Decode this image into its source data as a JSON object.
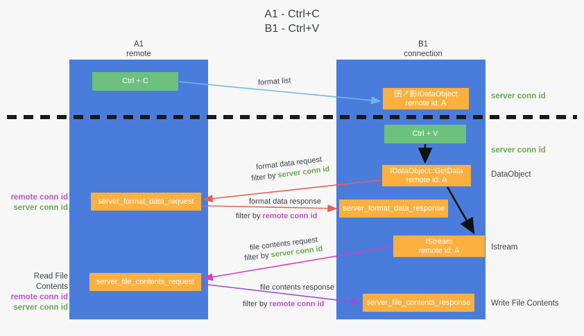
{
  "title": "A1 - Ctrl+C\nB1 - Ctrl+V",
  "columns": {
    "left": "A1\nremote",
    "right": "B1\nconnection"
  },
  "boxes": {
    "ctrl_c": "Ctrl + C",
    "ctrl_v": "Ctrl + V",
    "idataobject": "囝↗影IDataObject\nremote id: A",
    "getdata": "IDataObject::GetData\nremote id: A",
    "istream": "IStream\nremote id: A",
    "server_format_data_request": "server_format_data_request",
    "server_format_data_response": "server_format_data_response",
    "server_file_contents_request": "server_file_contents_request",
    "server_file_contents_response": "server_file_contents_response"
  },
  "annotations": {
    "server_conn_id_top": "server conn id",
    "server_conn_id_mid": "server conn id",
    "dataobject": "DataObject",
    "istream": "Istream",
    "write_file_contents": "Write File Contents",
    "read_file_contents": "Read File Contents",
    "remote_conn_id": "remote conn id",
    "server_conn_id": "server conn id"
  },
  "arrow_labels": {
    "format_list": "format list",
    "format_data_request": "format data request",
    "filter_by_prefix": "filter by ",
    "filter_server": "server conn id",
    "filter_remote": "remote conn id",
    "format_data_response": "format data response",
    "file_contents_request": "file contents request",
    "file_contents_response": "file contents response"
  },
  "colors": {
    "lane": "#4a7ddb",
    "green_box": "#6cc17e",
    "orange_box": "#fbb03f",
    "green_text": "#6aa84f",
    "purple_text": "#c050d0",
    "arrow_blue": "#6fb7e8",
    "arrow_red": "#e8604c",
    "arrow_magenta": "#d63fc0",
    "arrow_purple": "#9b4fd8",
    "arrow_black": "#111111"
  }
}
